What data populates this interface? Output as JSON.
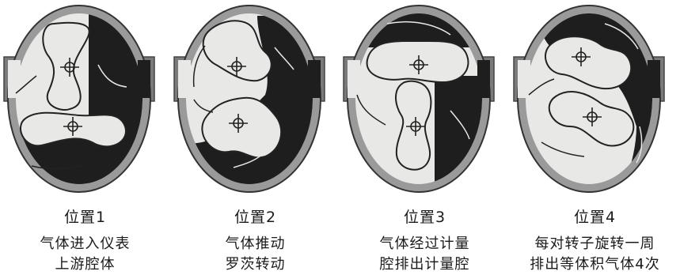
{
  "colors": {
    "dark": "#1e1e1e",
    "light": "#e8e8e6",
    "casing": "#9a9a9a",
    "text": "#1a1a1a"
  },
  "panels": [
    {
      "position": "位置1",
      "desc_line1": "气体进入仪表",
      "desc_line2": "上游腔体"
    },
    {
      "position": "位置2",
      "desc_line1": "气体推动",
      "desc_line2": "罗茨转动"
    },
    {
      "position": "位置3",
      "desc_line1": "气体经过计量",
      "desc_line2": "腔排出计量腔"
    },
    {
      "position": "位置4",
      "desc_line1": "每对转子旋转一周",
      "desc_line2": "排出等体积气体4次"
    }
  ]
}
